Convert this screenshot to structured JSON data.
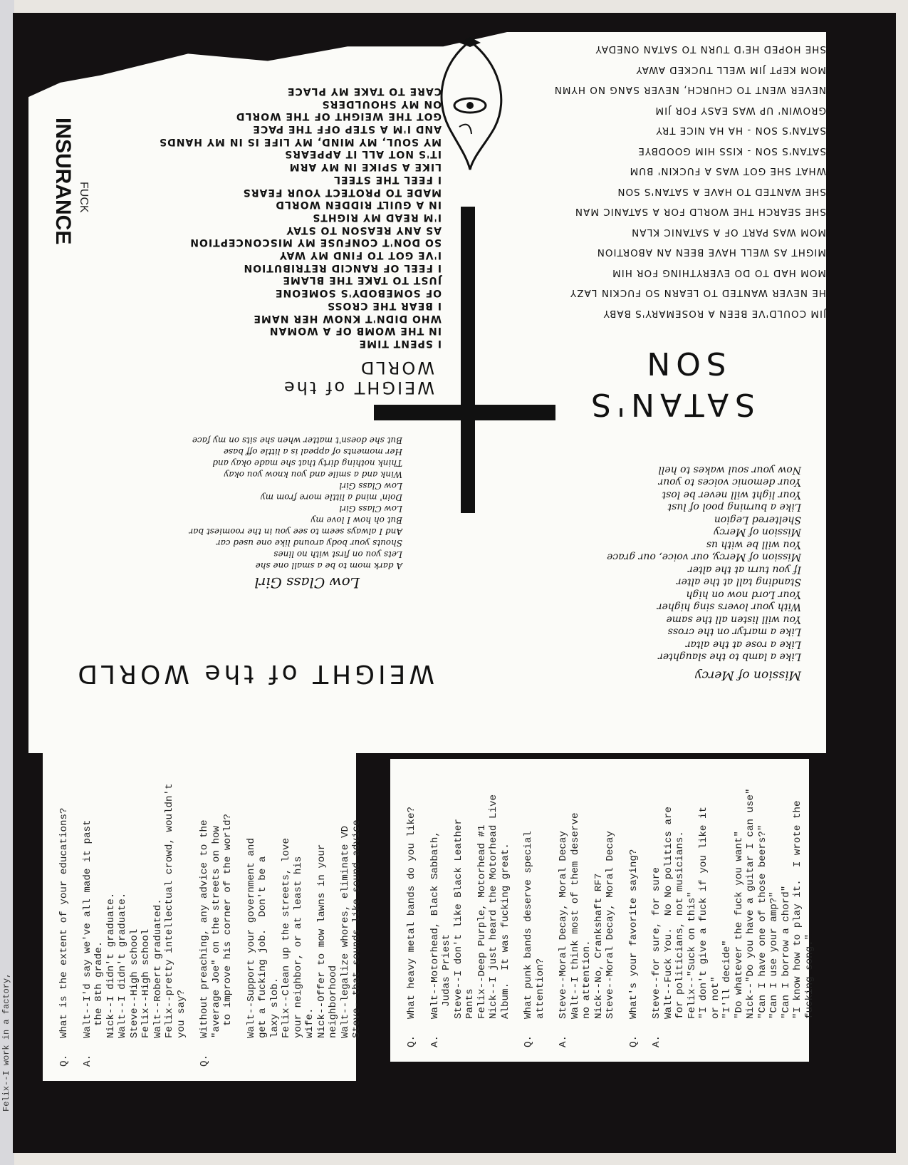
{
  "side_strip": "Felix--I work in a factory,",
  "top": {
    "insurance_label": "INSURANCE",
    "fuck_label": "FUCK",
    "satans_son": {
      "title_1": "SATAN'S",
      "title_2": "SON",
      "lines": [
        "JIM COULD'VE BEEN A ROSEMARY'S BABY",
        "HE NEVER WANTED TO LEARN SO FUCKIN LAZY",
        "MOM HAD TO DO EVERYTHING FOR HIM",
        "MIGHT AS WELL HAVE BEEN AN ABORTION",
        "MOM WAS PART OF A SATANIC KLAN",
        "SHE SEARCH THE WORLD FOR A SATANIC MAN",
        "SHE WANTED TO HAVE A SATAN'S SON",
        "WHAT SHE GOT WAS A FUCKIN' BUM",
        "SATAN'S SON - KISS HIM GOODBYE",
        "SATAN'S SON - HA HA NICE TRY",
        "GROWIN' UP WAS EASY FOR JIM",
        "NEVER WENT TO CHURCH, NEVER SANG NO HYMN",
        "MOM KEPT JIM WELL TUCKED AWAY",
        "SHE HOPED HE'D TURN TO SATAN ONEDAY"
      ]
    },
    "weight_small_title": "WEIGHT of the WORLD",
    "weight_lines": [
      "I SPENT TIME",
      "IN THE WOMB OF A WOMAN",
      "WHO DIDN'T KNOW HER NAME",
      "I BEAR THE CROSS",
      "OF SOMEBODY'S SOMEONE",
      "JUST TO TAKE THE BLAME",
      "I FEEL OF RANCID RETRIBUTION",
      "I'VE GOT TO FIND MY WAY",
      "SO DON'T CONFUSE MY MISCONCEPTION",
      "AS ANY REASON TO STAY",
      "I'M READ MY RIGHTS",
      "IN A GUILT RIDDEN WORLD",
      "MADE TO PROTECT YOUR FEARS",
      "I FEEL THE STEEL",
      "LIKE A SPIKE IN MY ARM",
      "IT'S NOT ALL IT APPEARS",
      "MY SOUL, MY MIND, MY LIFE IS IN MY HANDS",
      "AND I'M A STEP OFF THE PACE",
      "GOT THE WEIGHT OF THE WORLD",
      "ON MY SHOULDERS",
      "CARE TO TAKE MY PLACE"
    ],
    "low_class_title": "Low Class Girl",
    "low_class_lines": [
      "A dark mom to be a small one she",
      "Lets you on first with no lines",
      "Shouts your body around like one used car",
      "And I always seem to see you in the roomiest bar",
      "But oh how I love my",
      "Low Class Girl",
      "Doin' mind a little more from my",
      "Low Class Girl",
      "Wink and a smile and you know you okay",
      "Think nothing dirty that she made okay and",
      "Her moments of appeal is a little off base",
      "But she doesn't matter when she sits on my face"
    ],
    "mission_title": "Mission of Mercy",
    "mission_lines": [
      "Like a lamb to the slaughter",
      "Like a rose at the altar",
      "Like a martyr on the cross",
      "You will listen all the same",
      "With your lovers sing higher",
      "Your Lord now on high",
      "Standing tall at the alter",
      "If you turn at the alter",
      "Mission of Mercy, our voice, our grace",
      "You will be with us",
      "Mission of Mercy",
      "Sheltered Legion",
      "Like a burning pool of lust",
      "Your light will never be lost",
      "Your demonic voices to your",
      "Now your soul wakes to hell"
    ],
    "weight_big_title": "WEIGHT of the WORLD"
  },
  "interview_left": [
    {
      "tag": "Q.",
      "lines": [
        "What is the extent of your educations?"
      ]
    },
    {
      "tag": "A.",
      "lines": [
        "Walt--I'd say we've all made it past",
        "  the 8th grade.",
        "Nick--I didn't graduate.",
        "Walt--I didn't graduate.",
        "Steve--High school",
        "Felix--High school",
        "Walt--Robert graduated.",
        "Felix--pretty intellectual crowd, wouldn't",
        "you say?"
      ]
    },
    {
      "tag": "Q.",
      "lines": [
        "Without preaching, any advice to the",
        "\"average Joe\" on the streets on how",
        "  to improve his corner of the world?"
      ]
    },
    {
      "tag": "",
      "lines": [
        "Walt--Support your government and",
        "get a fucking job.  Don't be a",
        "laxy slob.",
        "Felix--Clean up the streets, love",
        "your neighbor, or at least his",
        "wife.",
        "Nick--Offer to mow lawns in your",
        "neighborhood",
        "Walt--legalize whores, eliminate VD",
        "Steve--that sounds like sound advice"
      ]
    }
  ],
  "interview_right": [
    {
      "tag": "Q.",
      "lines": [
        "What heavy metal bands do you like?"
      ]
    },
    {
      "tag": "A.",
      "lines": [
        "Walt--Motorhead, Black Sabbath,",
        "  Judas Priest",
        "Steve--I don't like Black Leather",
        "Pants",
        "Felix--Deep Purple, Motorhead #1",
        "Nick--I just heard the Motorhead Live",
        "Album.  It was fucking great."
      ]
    },
    {
      "tag": "Q.",
      "lines": [
        "What punk bands deserve special",
        "attention?"
      ]
    },
    {
      "tag": "A.",
      "lines": [
        "Steve--Moral Decay, Moral Decay",
        "Walt--I think most of them deserve",
        "no attention.",
        "Nick--No, Crankshaft RF7",
        "Steve--Moral Decay, Moral Decay"
      ]
    },
    {
      "tag": "Q.",
      "lines": [
        "What's your favorite saying?"
      ]
    },
    {
      "tag": "A.",
      "lines": [
        "Steve--for sure, for sure",
        "Walt--Fuck You.  No No politics are",
        "for politicians, not musicians.",
        "Felix--\"Suck on this\"",
        "\"I don't give a fuck if you like it",
        "or not\"",
        "\"I'll decide\"",
        "\"Do whatever the fuck you want\"",
        "Nick--\"Do you have a guitar I can use\"",
        "\"Can I have one of those beers?\"",
        "\"Can I use your amp?\"",
        "\"Can I borrow a chord\"",
        "\"I know how to play it.  I wrote the",
        "fucking song.\""
      ]
    }
  ]
}
